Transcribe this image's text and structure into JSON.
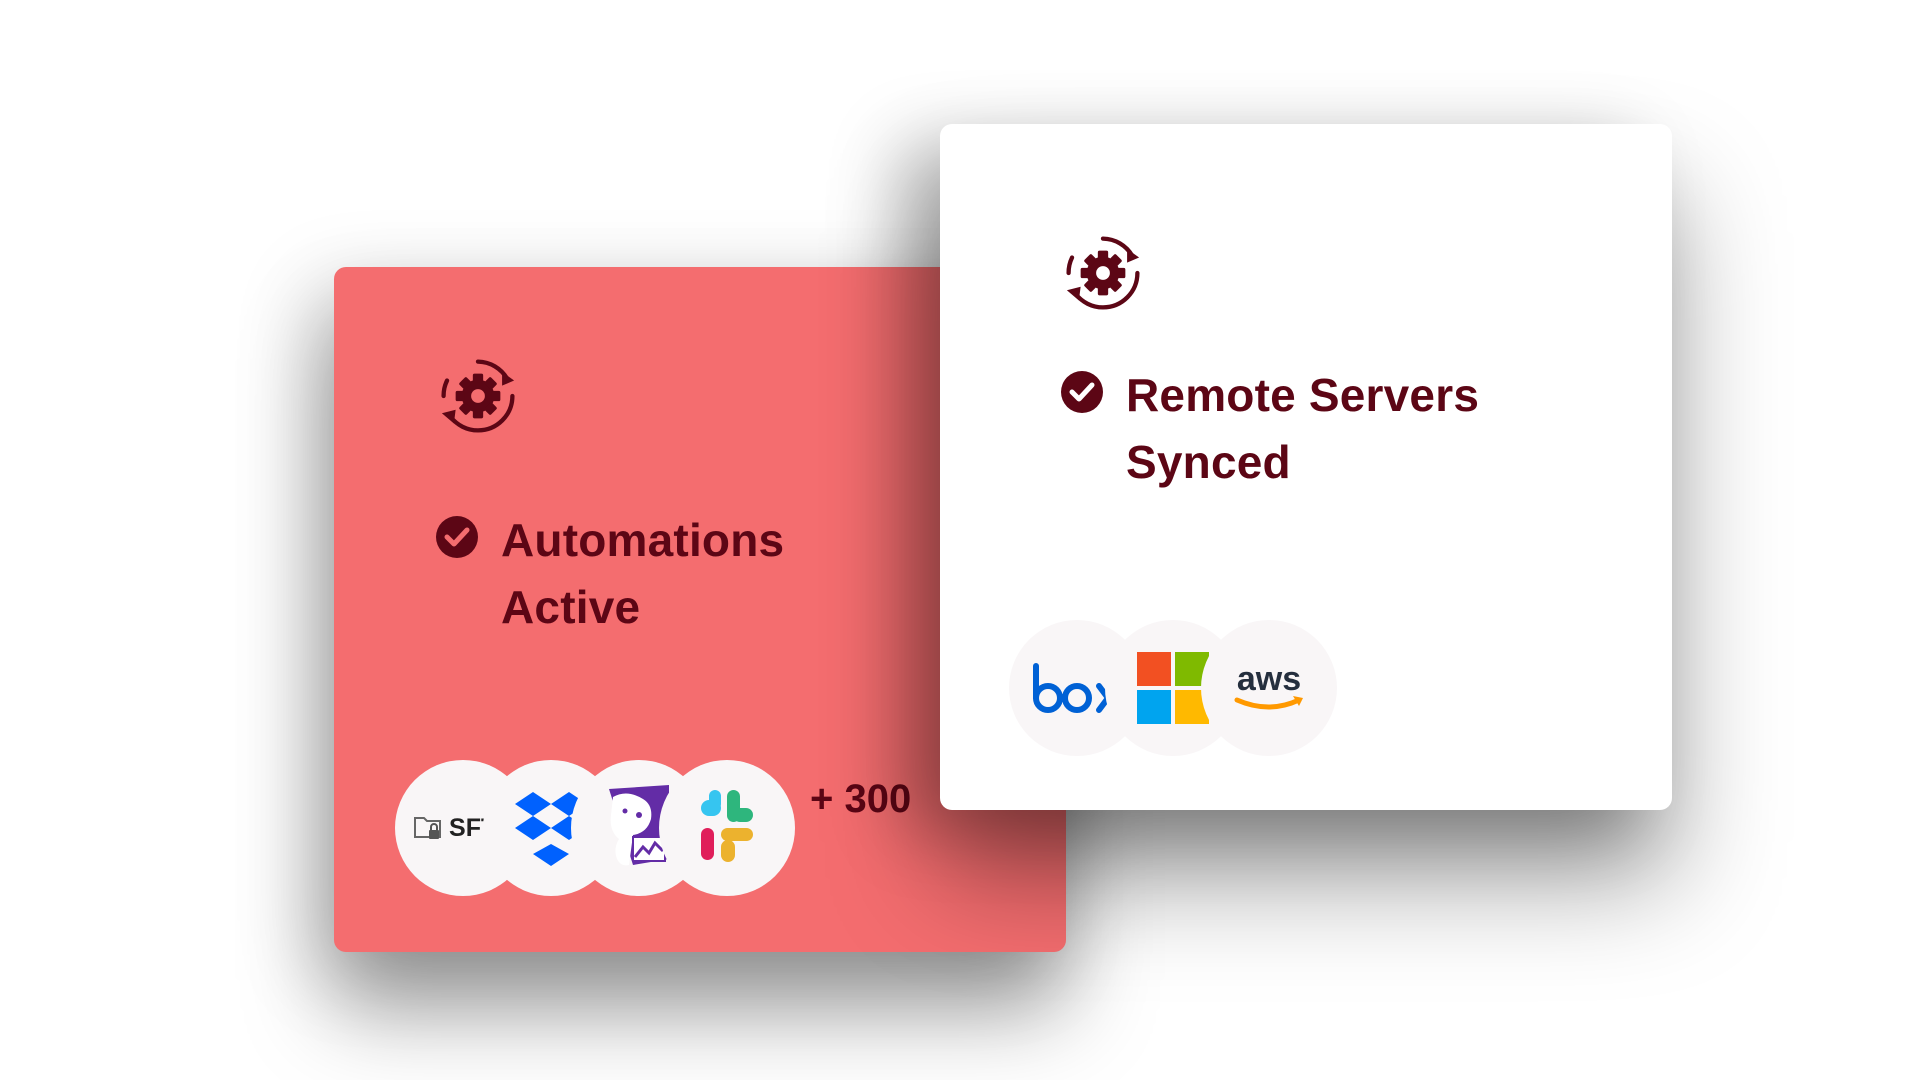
{
  "cards": [
    {
      "id": "automations",
      "background": "#f46d6f",
      "icon": "gear-sync-icon",
      "status_icon": "check-circle-icon",
      "title_line1": "Automations",
      "title_line2": "Active",
      "integrations": [
        {
          "name": "SFTP",
          "icon": "sftp-folder-lock-icon",
          "label": "SFTP"
        },
        {
          "name": "Dropbox",
          "icon": "dropbox-icon"
        },
        {
          "name": "Datadog",
          "icon": "datadog-icon"
        },
        {
          "name": "Slack",
          "icon": "slack-icon"
        }
      ],
      "more_label": "+ 300"
    },
    {
      "id": "remote-servers",
      "background": "#ffffff",
      "icon": "gear-sync-icon",
      "status_icon": "check-circle-icon",
      "title_line1": "Remote Servers",
      "title_line2": "Synced",
      "integrations": [
        {
          "name": "Box",
          "icon": "box-icon",
          "label": "box"
        },
        {
          "name": "Microsoft",
          "icon": "microsoft-icon"
        },
        {
          "name": "AWS",
          "icon": "aws-icon",
          "label": "aws"
        }
      ]
    }
  ],
  "colors": {
    "text_primary": "#5c0615",
    "accent_red": "#f46d6f"
  }
}
